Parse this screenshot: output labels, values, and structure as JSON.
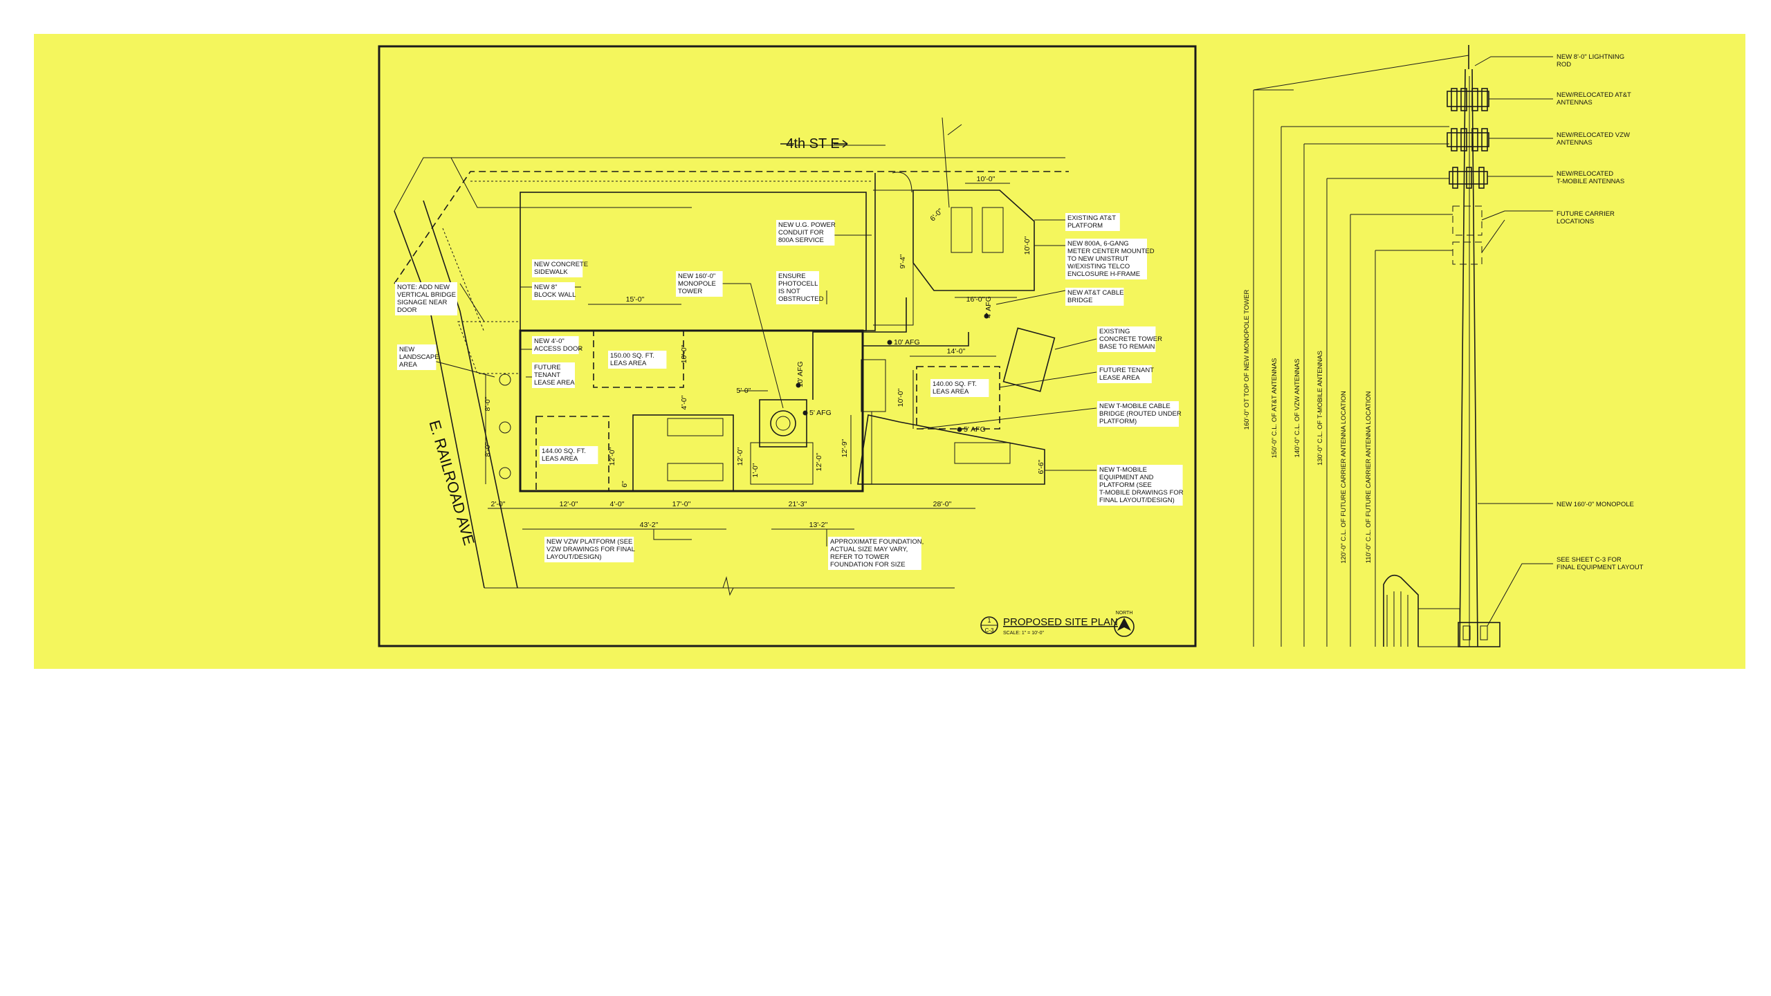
{
  "colors": {
    "background": "#f4f65d",
    "page": "#ffffff",
    "ink": "#1a1a1a",
    "label_box": "#ffffff"
  },
  "site_plan": {
    "street_top": "4th ST E",
    "street_left": "E. RAILROAD AVE",
    "title": "PROPOSED SITE PLAN",
    "scale": "SCALE: 1\" = 10'-0\"",
    "callout_number": "1",
    "callout_sheet": "C-3",
    "north_label": "NORTH",
    "labels": [
      [
        "NOTE: ADD NEW",
        "VERTICAL BRIDGE",
        "SIGNAGE NEAR",
        "DOOR"
      ],
      [
        "NEW CONCRETE",
        "SIDEWALK"
      ],
      [
        "NEW 8\"",
        "BLOCK WALL"
      ],
      [
        "NEW 4'-0\"",
        "ACCESS DOOR"
      ],
      [
        "NEW",
        "LANDSCAPE",
        "AREA"
      ],
      [
        "FUTURE",
        "TENANT",
        "LEASE AREA"
      ],
      [
        "NEW 160'-0\"",
        "MONOPOLE",
        "TOWER"
      ],
      [
        "ENSURE",
        "PHOTOCELL",
        "IS NOT",
        "OBSTRUCTED"
      ],
      [
        "NEW U.G. POWER",
        "CONDUIT FOR",
        "800A SERVICE"
      ],
      [
        "EXISTING AT&T",
        "PLATFORM"
      ],
      [
        "NEW 800A, 6-GANG",
        "METER CENTER MOUNTED",
        "TO NEW UNISTRUT",
        "W/EXISTING TELCO",
        "ENCLOSURE H-FRAME"
      ],
      [
        "NEW AT&T CABLE",
        "BRIDGE"
      ],
      [
        "EXISTING",
        "CONCRETE TOWER",
        "BASE TO REMAIN"
      ],
      [
        "FUTURE TENANT",
        "LEASE AREA"
      ],
      [
        "NEW T-MOBILE CABLE",
        "BRIDGE (ROUTED UNDER",
        "PLATFORM)"
      ],
      [
        "NEW T-MOBILE",
        "EQUIPMENT AND",
        "PLATFORM (SEE",
        "T-MOBILE DRAWINGS FOR",
        "FINAL LAYOUT/DESIGN)"
      ],
      [
        "NEW VZW PLATFORM (SEE",
        "VZW DRAWINGS FOR FINAL",
        "LAYOUT/DESIGN)"
      ],
      [
        "APPROXIMATE FOUNDATION,",
        "ACTUAL SIZE MAY VARY,",
        "REFER TO TOWER",
        "FOUNDATION FOR SIZE"
      ]
    ],
    "areas": [
      [
        "150.00 SQ. FT.",
        "LEAS AREA"
      ],
      [
        "144.00 SQ. FT.",
        "LEAS AREA"
      ],
      [
        "140.00 SQ. FT.",
        "LEAS AREA"
      ]
    ],
    "dimensions": [
      "15'-0\"",
      "10'-0\"",
      "4'-0\"",
      "5'-0\"",
      "12'-0\"",
      "12'-0\"",
      "12'-0\"",
      "1'-0\"",
      "6\"",
      "12'-9\"",
      "10'-0\"",
      "14'-0\"",
      "16'-0\"",
      "10'-0\"",
      "9'-4\"",
      "6'-0\"",
      "8'-0\"",
      "8'-0\"",
      "2'-0\"",
      "12'-0\"",
      "4'-0\"",
      "17'-0\"",
      "21'-3\"",
      "28'-0\"",
      "43'-2\"",
      "13'-2\"",
      "6'-6\"",
      "10'-0\""
    ],
    "afg": [
      "10' AFG",
      "10' AFG",
      "5' AFG",
      "5' AFG",
      "4' AFG"
    ]
  },
  "elevation": {
    "callouts": [
      [
        "NEW 8'-0\" LIGHTNING",
        "ROD"
      ],
      [
        "NEW/RELOCATED AT&T",
        "ANTENNAS"
      ],
      [
        "NEW/RELOCATED VZW",
        "ANTENNAS"
      ],
      [
        "NEW/RELOCATED",
        "T-MOBILE ANTENNAS"
      ],
      [
        "FUTURE CARRIER",
        "LOCATIONS"
      ],
      [
        "NEW 160'-0\" MONOPOLE"
      ],
      [
        "SEE SHEET C-3 FOR",
        "FINAL EQUIPMENT LAYOUT"
      ]
    ],
    "heights": [
      "160'-0\" OT TOP OF NEW MONOPOLE TOWER",
      "150'-0\" C.L. OF AT&T ANTENNAS",
      "140'-0\" C.L. OF VZW ANTENNAS",
      "130'-0\" C.L. OF T-MOBILE ANTENNAS",
      "120'-0\" C.L. OF FUTURE CARRIER ANTENNA LOCATION",
      "110'-0\" C.L. OF FUTURE CARRIER ANTENNA LOCATION"
    ]
  }
}
